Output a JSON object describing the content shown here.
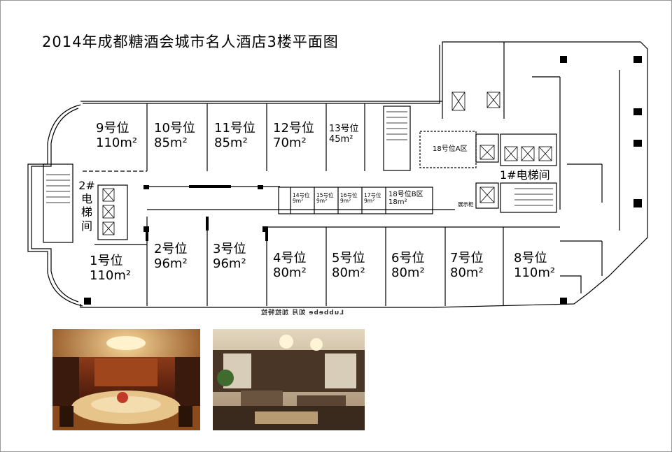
{
  "title": "2014年成都糖酒会城市名人酒店3楼平面图",
  "booths": [
    {
      "id": "1",
      "label": "1号位",
      "area": "110m²"
    },
    {
      "id": "2",
      "label": "2号位",
      "area": "96m²"
    },
    {
      "id": "3",
      "label": "3号位",
      "area": "96m²"
    },
    {
      "id": "4",
      "label": "4号位",
      "area": "80m²"
    },
    {
      "id": "5",
      "label": "5号位",
      "area": "80m²"
    },
    {
      "id": "6",
      "label": "6号位",
      "area": "80m²"
    },
    {
      "id": "7",
      "label": "7号位",
      "area": "80m²"
    },
    {
      "id": "8",
      "label": "8号位",
      "area": "110m²"
    },
    {
      "id": "9",
      "label": "9号位",
      "area": "110m²"
    },
    {
      "id": "10",
      "label": "10号位",
      "area": "85m²"
    },
    {
      "id": "11",
      "label": "11号位",
      "area": "85m²"
    },
    {
      "id": "12",
      "label": "12号位",
      "area": "70m²"
    },
    {
      "id": "13",
      "label": "13号位",
      "area": "45m²"
    },
    {
      "id": "14",
      "label": "14号位",
      "area": "9m²"
    },
    {
      "id": "15",
      "label": "15号位",
      "area": "9m²"
    },
    {
      "id": "16",
      "label": "16号位",
      "area": "9m²"
    },
    {
      "id": "17",
      "label": "17号位",
      "area": "9m²"
    },
    {
      "id": "18b",
      "label": "18号位B区",
      "area": "18m²"
    },
    {
      "id": "18a",
      "label": "18号位A区",
      "area": ""
    }
  ],
  "elevators": {
    "e1": "1#电梯间",
    "e2_line1": "2#",
    "e2_line2": "电",
    "e2_line3": "梯",
    "e2_line4": "间"
  },
  "display_cabinet": "展示柜",
  "mirrored_text": "Lubbebe 如月 加拉特拉",
  "photos": [
    {
      "name": "banquet-room-photo",
      "colors": {
        "ceiling": "#b8782c",
        "wall": "#7a2e14",
        "table": "#d8b67a"
      }
    },
    {
      "name": "lounge-room-photo",
      "colors": {
        "ceiling": "#d9cbb2",
        "wall": "#3a2a1e",
        "sofa": "#5a4534"
      }
    }
  ]
}
